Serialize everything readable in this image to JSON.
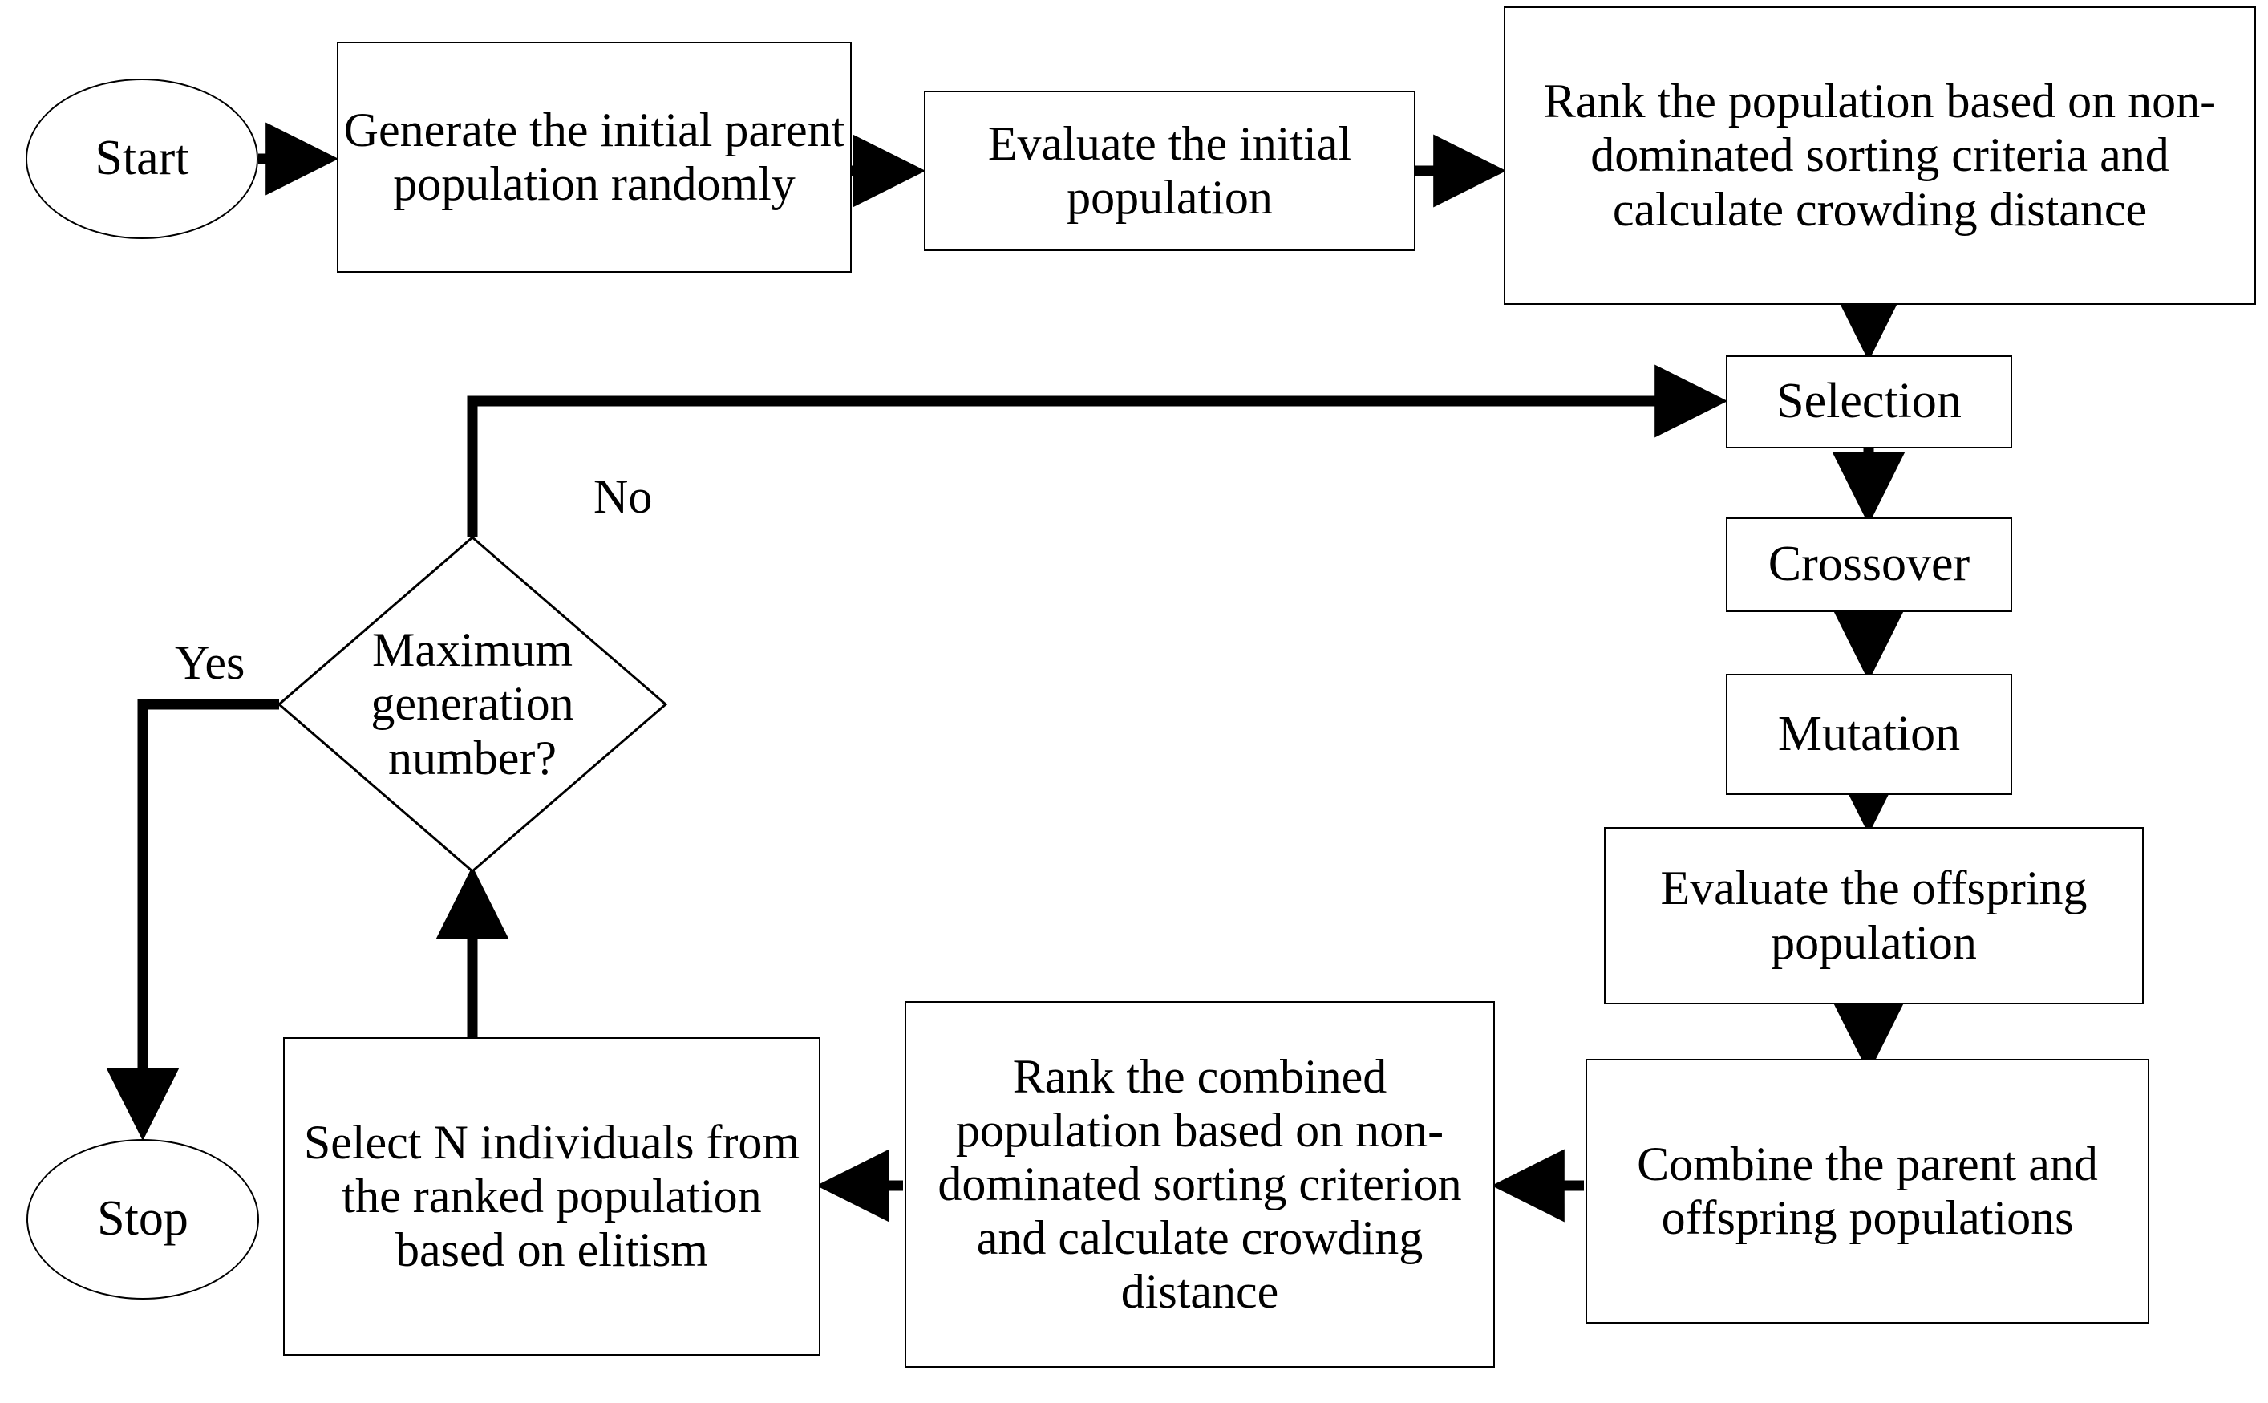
{
  "diagram": {
    "title": "NSGA-II multi-objective genetic algorithm flowchart",
    "stroke_color": "#000000",
    "fill_color": "#ffffff",
    "nodes": {
      "start": {
        "label": "Start",
        "shape": "ellipse"
      },
      "generate_initial": {
        "label": "Generate the initial parent population randomly",
        "shape": "process"
      },
      "evaluate_initial": {
        "label": "Evaluate the initial population",
        "shape": "process"
      },
      "rank_population": {
        "label": "Rank the population based on non-dominated sorting criteria and calculate crowding distance",
        "shape": "process"
      },
      "selection": {
        "label": "Selection",
        "shape": "process"
      },
      "crossover": {
        "label": "Crossover",
        "shape": "process"
      },
      "mutation": {
        "label": "Mutation",
        "shape": "process"
      },
      "evaluate_offspring": {
        "label": "Evaluate the offspring population",
        "shape": "process"
      },
      "combine": {
        "label": "Combine the parent and offspring populations",
        "shape": "process"
      },
      "rank_combined": {
        "label": "Rank the combined population based on non-dominated sorting criterion and calculate crowding distance",
        "shape": "process"
      },
      "select_n": {
        "label": "Select N individuals from  the ranked population based on elitism",
        "shape": "process"
      },
      "decision": {
        "label": "Maximum generation number?",
        "shape": "diamond"
      },
      "stop": {
        "label": "Stop",
        "shape": "ellipse"
      }
    },
    "edge_labels": {
      "no": "No",
      "yes": "Yes"
    },
    "edges": [
      {
        "from": "start",
        "to": "generate_initial",
        "label": ""
      },
      {
        "from": "generate_initial",
        "to": "evaluate_initial",
        "label": ""
      },
      {
        "from": "evaluate_initial",
        "to": "rank_population",
        "label": ""
      },
      {
        "from": "rank_population",
        "to": "selection",
        "label": ""
      },
      {
        "from": "selection",
        "to": "crossover",
        "label": ""
      },
      {
        "from": "crossover",
        "to": "mutation",
        "label": ""
      },
      {
        "from": "mutation",
        "to": "evaluate_offspring",
        "label": ""
      },
      {
        "from": "evaluate_offspring",
        "to": "combine",
        "label": ""
      },
      {
        "from": "combine",
        "to": "rank_combined",
        "label": ""
      },
      {
        "from": "rank_combined",
        "to": "select_n",
        "label": ""
      },
      {
        "from": "select_n",
        "to": "decision",
        "label": ""
      },
      {
        "from": "decision",
        "to": "selection",
        "label": "No"
      },
      {
        "from": "decision",
        "to": "stop",
        "label": "Yes"
      }
    ]
  }
}
